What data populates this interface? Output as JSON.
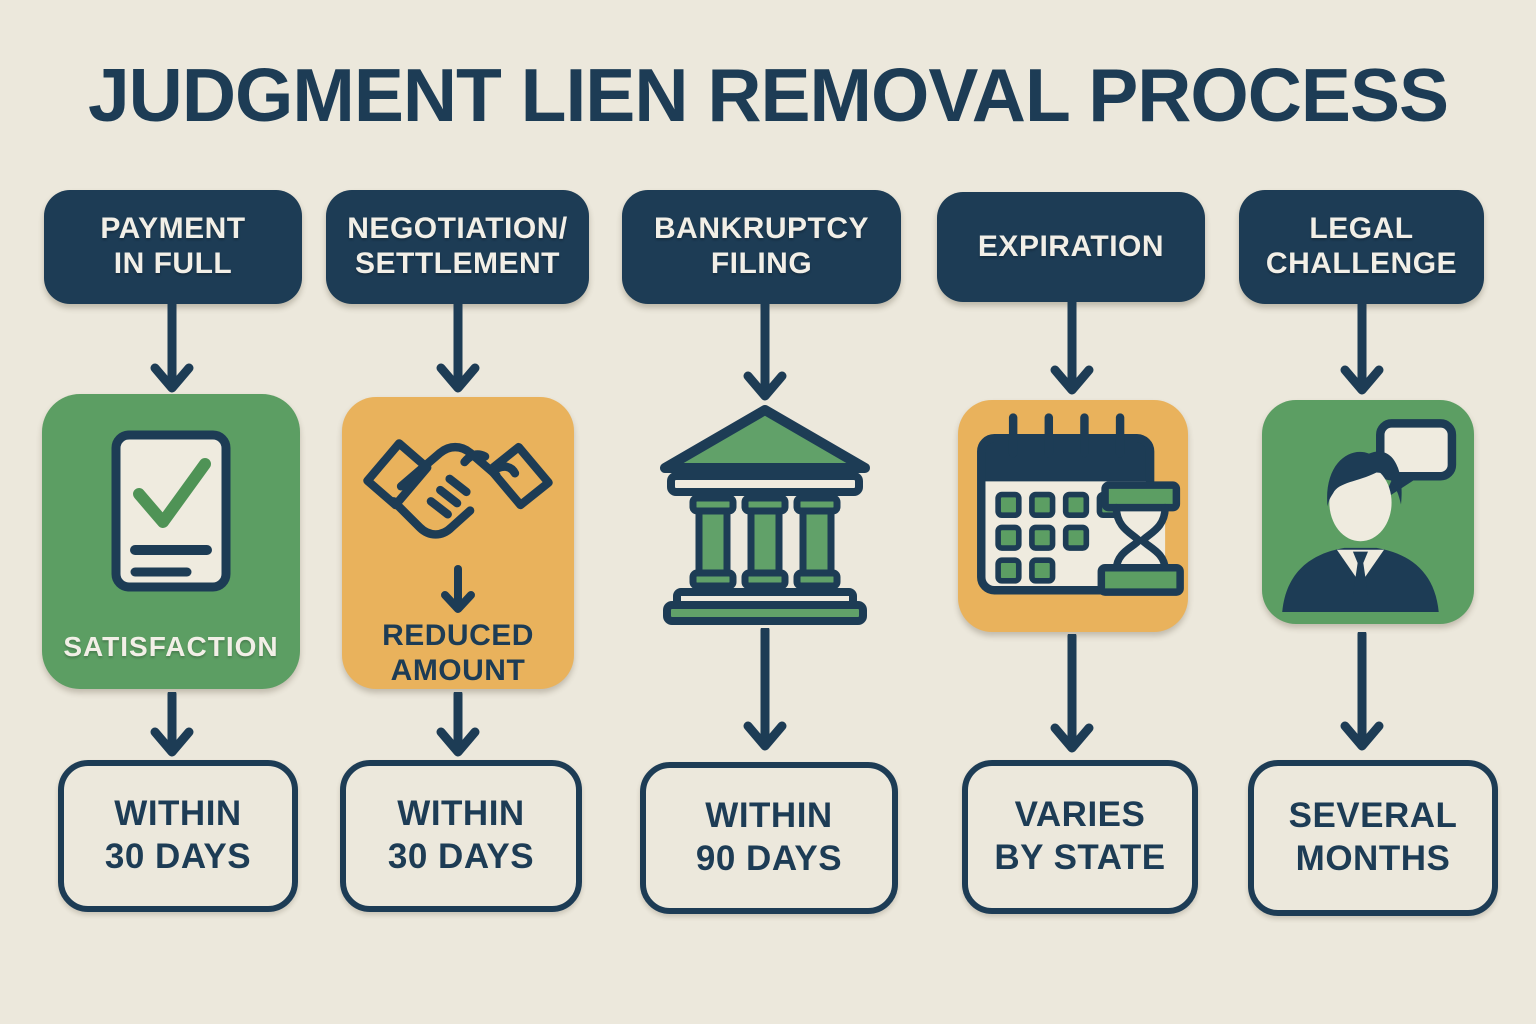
{
  "title": "JUDGMENT LIEN REMOVAL PROCESS",
  "colors": {
    "background": "#ECE8DC",
    "navy": "#1D3C55",
    "green": "#5C9E63",
    "orange": "#E9B25C",
    "check_green": "#4F9356",
    "light_text": "#F2EFE7"
  },
  "columns": [
    {
      "header": "PAYMENT\nIN FULL",
      "icon": "document-check-icon",
      "box_style": "green",
      "box_label": "SATISFACTION",
      "outcome": "WITHIN\n30 DAYS"
    },
    {
      "header": "NEGOTIATION/\nSETTLEMENT",
      "icon": "handshake-icon",
      "box_style": "orange",
      "box_label": "REDUCED\nAMOUNT",
      "outcome": "WITHIN\n30 DAYS"
    },
    {
      "header": "BANKRUPTCY\nFILING",
      "icon": "courthouse-icon",
      "box_style": "none",
      "box_label": "",
      "outcome": "WITHIN\n90 DAYS"
    },
    {
      "header": "EXPIRATION",
      "icon": "calendar-hourglass-icon",
      "box_style": "orange",
      "box_label": "",
      "outcome": "VARIES\nBY STATE"
    },
    {
      "header": "LEGAL\nCHALLENGE",
      "icon": "person-speech-bubble-icon",
      "box_style": "green",
      "box_label": "",
      "outcome": "SEVERAL\nMONTHS"
    }
  ]
}
